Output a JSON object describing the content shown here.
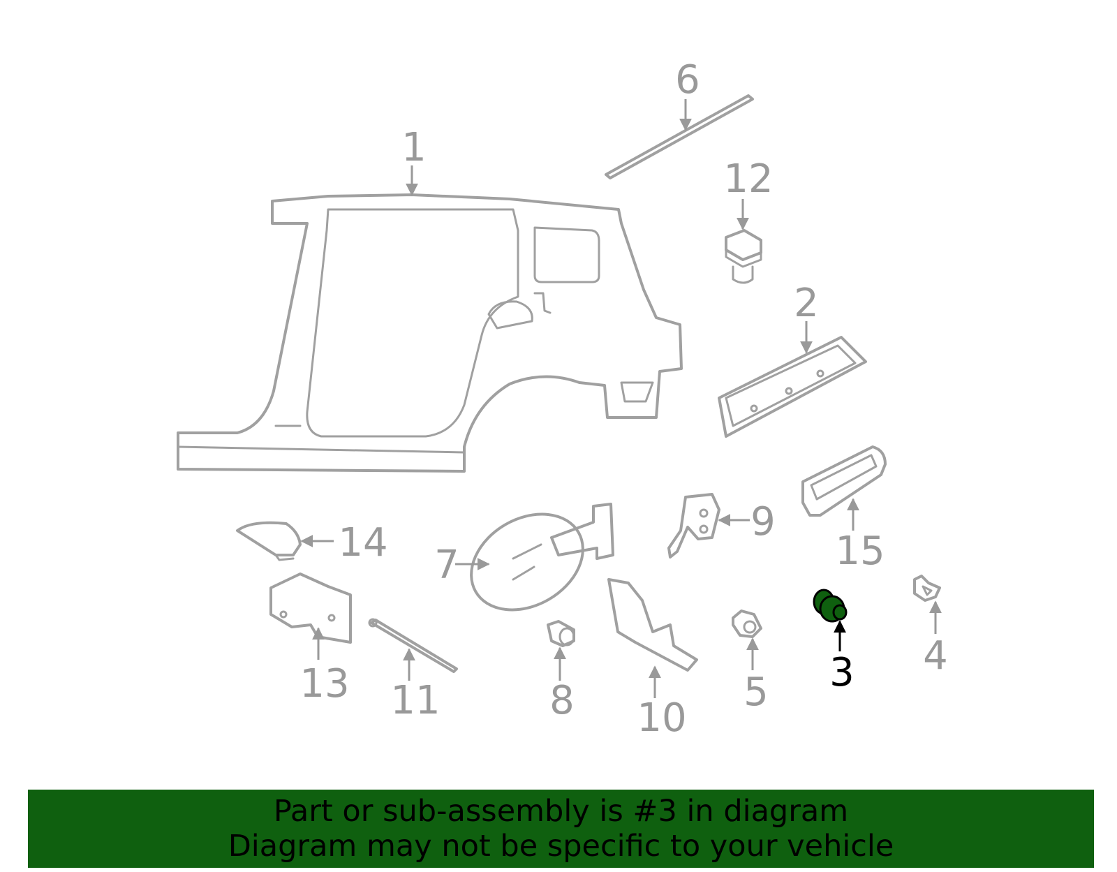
{
  "diagram": {
    "callouts": [
      "1",
      "2",
      "3",
      "4",
      "5",
      "6",
      "7",
      "8",
      "9",
      "10",
      "11",
      "12",
      "13",
      "14",
      "15"
    ],
    "highlighted": "3",
    "colors": {
      "part_stroke": "#a0a0a0",
      "callout_gray": "#999999",
      "highlight_fill": "#0f600f",
      "highlight_text": "#000000"
    }
  },
  "banner": {
    "line1": "Part or sub-assembly is #3 in diagram",
    "line2": "Diagram may not be specific to your vehicle",
    "background": "#0f600f"
  }
}
